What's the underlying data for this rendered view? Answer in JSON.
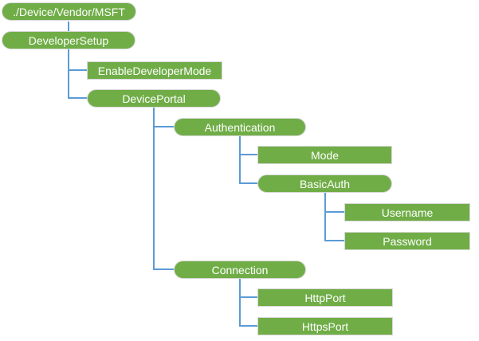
{
  "colors": {
    "node_fill": "#70AD47",
    "node_border": "#D9D9D9",
    "node_text": "#FFFFFF",
    "connector": "#5B9BD5",
    "background": "#FFFFFF"
  },
  "nodes": [
    {
      "label": "./Device/Vendor/MSFT",
      "shape": "rounded",
      "level": 0,
      "parent": null
    },
    {
      "label": "DeveloperSetup",
      "shape": "rounded",
      "level": 0,
      "parent": "./Device/Vendor/MSFT"
    },
    {
      "label": "EnableDeveloperMode",
      "shape": "rect",
      "level": 1,
      "parent": "DeveloperSetup"
    },
    {
      "label": "DevicePortal",
      "shape": "rounded",
      "level": 1,
      "parent": "DeveloperSetup"
    },
    {
      "label": "Authentication",
      "shape": "rounded",
      "level": 2,
      "parent": "DevicePortal"
    },
    {
      "label": "Mode",
      "shape": "rect",
      "level": 3,
      "parent": "Authentication"
    },
    {
      "label": "BasicAuth",
      "shape": "rounded",
      "level": 3,
      "parent": "Authentication"
    },
    {
      "label": "Username",
      "shape": "rect",
      "level": 4,
      "parent": "BasicAuth"
    },
    {
      "label": "Password",
      "shape": "rect",
      "level": 4,
      "parent": "BasicAuth"
    },
    {
      "label": "Connection",
      "shape": "rounded",
      "level": 2,
      "parent": "DevicePortal"
    },
    {
      "label": "HttpPort",
      "shape": "rect",
      "level": 3,
      "parent": "Connection"
    },
    {
      "label": "HttpsPort",
      "shape": "rect",
      "level": 3,
      "parent": "Connection"
    }
  ]
}
